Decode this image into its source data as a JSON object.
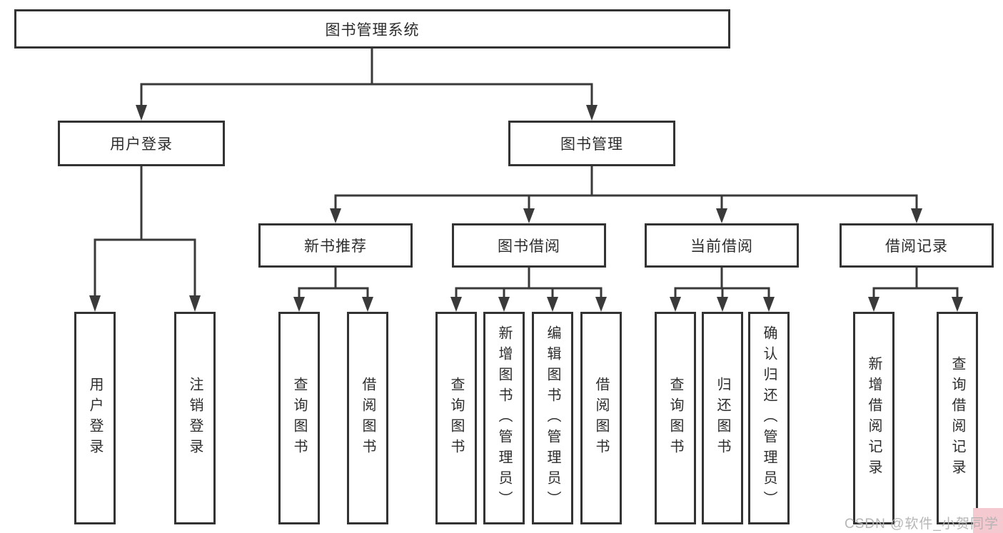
{
  "diagram": {
    "root": "图书管理系统",
    "branches": {
      "user": {
        "label": "用户登录",
        "leaves": [
          "用户登录",
          "注销登录"
        ]
      },
      "books": {
        "label": "图书管理",
        "children": {
          "recommend": {
            "label": "新书推荐",
            "leaves": [
              "查询图书",
              "借阅图书"
            ]
          },
          "borrow": {
            "label": "图书借阅",
            "leaves": [
              "查询图书",
              "新增图书（管理员）",
              "编辑图书（管理员）",
              "借阅图书"
            ]
          },
          "current": {
            "label": "当前借阅",
            "leaves": [
              "查询图书",
              "归还图书",
              "确认归还（管理员）"
            ]
          },
          "records": {
            "label": "借阅记录",
            "leaves": [
              "新增借阅记录",
              "查询借阅记录"
            ]
          }
        }
      }
    },
    "colors": {
      "line": "#3a3a3a",
      "border": "#333333",
      "text": "#2d2d2d",
      "watermark": "#b2b2b2",
      "corner_patch": "#f5c9d0"
    }
  },
  "watermark": {
    "text": "CSDN @软件_小贺同学"
  }
}
